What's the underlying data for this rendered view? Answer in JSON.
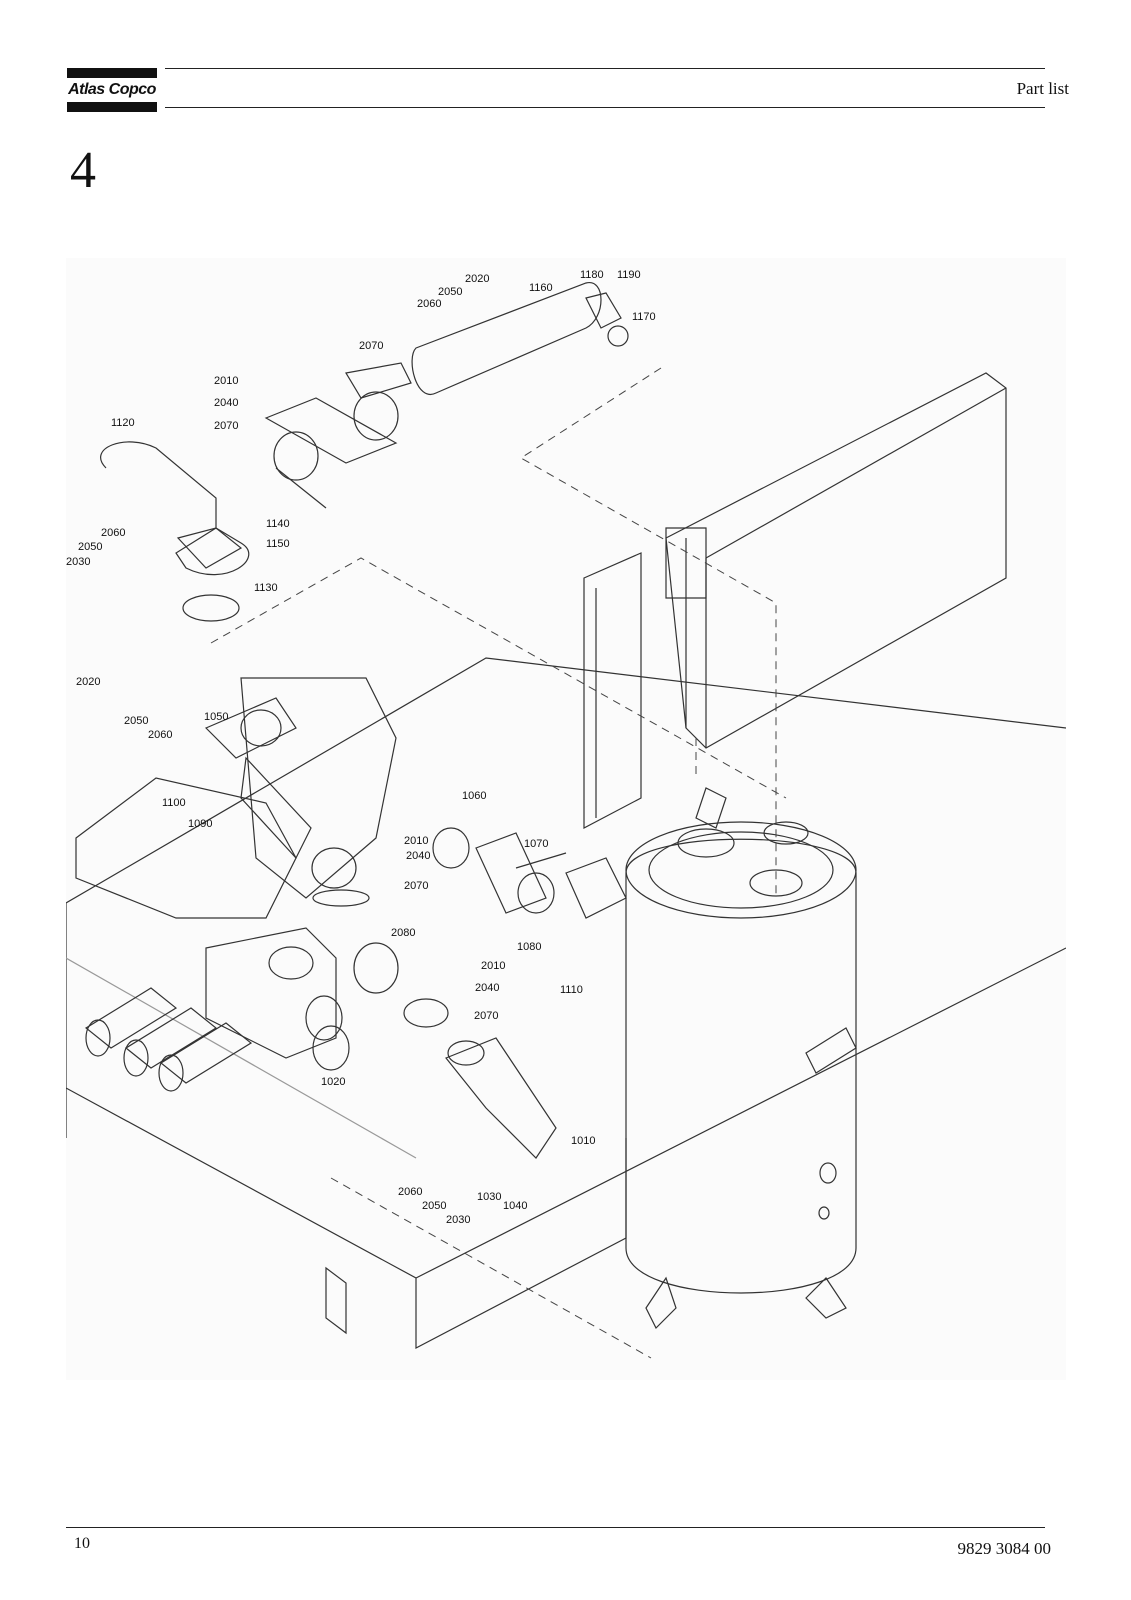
{
  "header": {
    "logo_text": "Atlas Copco",
    "title": "Part list"
  },
  "section_number": "4",
  "figure": {
    "callouts": [
      {
        "id": "c1160",
        "label": "1160"
      },
      {
        "id": "c1180",
        "label": "1180"
      },
      {
        "id": "c1190",
        "label": "1190"
      },
      {
        "id": "c1170",
        "label": "1170"
      },
      {
        "id": "c2020a",
        "label": "2020"
      },
      {
        "id": "c2050a",
        "label": "2050"
      },
      {
        "id": "c2060a",
        "label": "2060"
      },
      {
        "id": "c2070a",
        "label": "2070"
      },
      {
        "id": "c2010a",
        "label": "2010"
      },
      {
        "id": "c2040a",
        "label": "2040"
      },
      {
        "id": "c2070b",
        "label": "2070"
      },
      {
        "id": "c1120",
        "label": "1120"
      },
      {
        "id": "c1140",
        "label": "1140"
      },
      {
        "id": "c1150",
        "label": "1150"
      },
      {
        "id": "c2060b",
        "label": "2060"
      },
      {
        "id": "c2050b",
        "label": "2050"
      },
      {
        "id": "c2030a",
        "label": "2030"
      },
      {
        "id": "c1130",
        "label": "1130"
      },
      {
        "id": "c2020b",
        "label": "2020"
      },
      {
        "id": "c2050c",
        "label": "2050"
      },
      {
        "id": "c1050",
        "label": "1050"
      },
      {
        "id": "c2060c",
        "label": "2060"
      },
      {
        "id": "c1100",
        "label": "1100"
      },
      {
        "id": "c1090",
        "label": "1090"
      },
      {
        "id": "c1060",
        "label": "1060"
      },
      {
        "id": "c2010b",
        "label": "2010"
      },
      {
        "id": "c2040b",
        "label": "2040"
      },
      {
        "id": "c1070",
        "label": "1070"
      },
      {
        "id": "c2070c",
        "label": "2070"
      },
      {
        "id": "c1080",
        "label": "1080"
      },
      {
        "id": "c2080",
        "label": "2080"
      },
      {
        "id": "c2010c",
        "label": "2010"
      },
      {
        "id": "c2040c",
        "label": "2040"
      },
      {
        "id": "c1110",
        "label": "1110"
      },
      {
        "id": "c2070d",
        "label": "2070"
      },
      {
        "id": "c1020",
        "label": "1020"
      },
      {
        "id": "c1010",
        "label": "1010"
      },
      {
        "id": "c2060d",
        "label": "2060"
      },
      {
        "id": "c2050d",
        "label": "2050"
      },
      {
        "id": "c2030b",
        "label": "2030"
      },
      {
        "id": "c1030",
        "label": "1030"
      },
      {
        "id": "c1040",
        "label": "1040"
      }
    ]
  },
  "footer": {
    "page_number": "10",
    "document_number": "9829 3084 00"
  }
}
